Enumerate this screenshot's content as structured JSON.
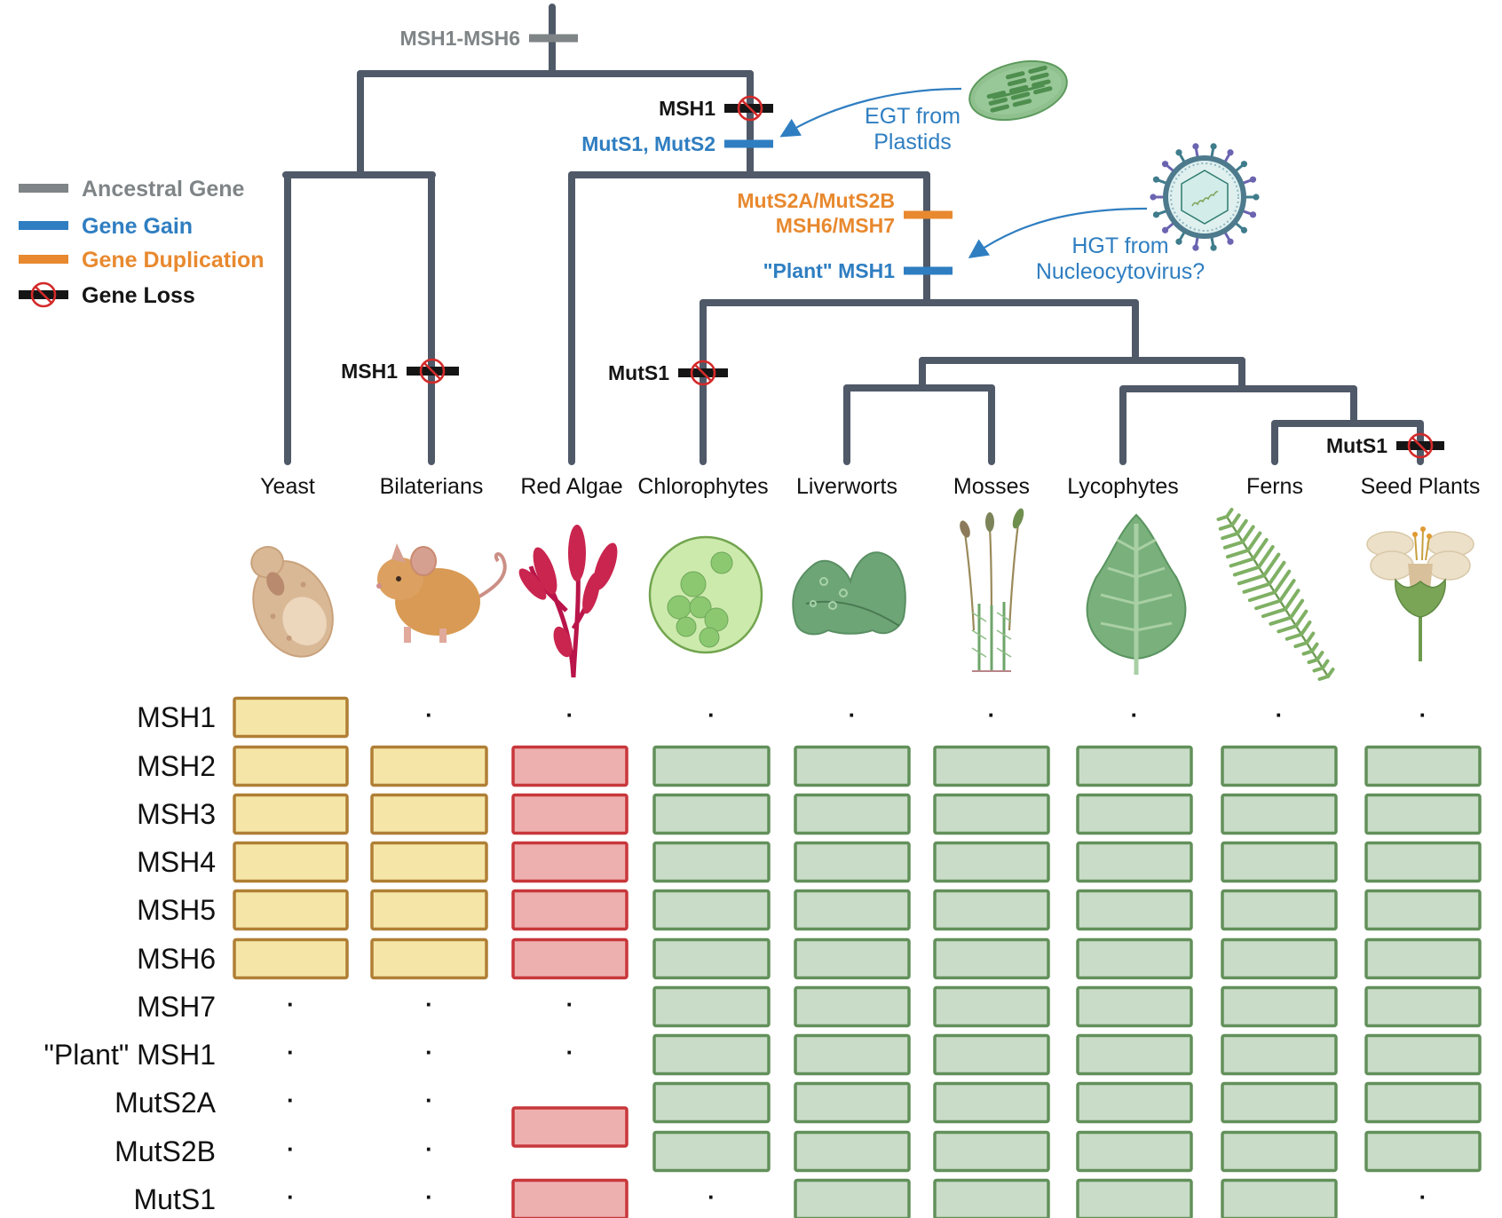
{
  "colors": {
    "tree": "#4f5968",
    "ancestral": "#7f8487",
    "gain": "#2f7ec1",
    "duplication": "#e8892f",
    "loss_bar": "#151515",
    "loss_circle": "#d42a2a",
    "annotation_blue": "#2f7ec1",
    "yeast_bilat_fill": "#f5e6a8",
    "yeast_bilat_stroke": "#b07f35",
    "redalgae_fill": "#eeafaf",
    "redalgae_stroke": "#c8373a",
    "green_fill": "#c9dcc8",
    "green_stroke": "#62905a"
  },
  "legend": {
    "items": [
      {
        "key": "ancestral",
        "label": "Ancestral Gene",
        "icon": "gray-bar-icon"
      },
      {
        "key": "gain",
        "label": "Gene Gain",
        "icon": "blue-bar-icon"
      },
      {
        "key": "duplication",
        "label": "Gene Duplication",
        "icon": "orange-bar-icon"
      },
      {
        "key": "loss",
        "label": "Gene Loss",
        "icon": "loss-prohibition-icon"
      }
    ]
  },
  "taxa": [
    "Yeast",
    "Bilaterians",
    "Red Algae",
    "Chlorophytes",
    "Liverworts",
    "Mosses",
    "Lycophytes",
    "Ferns",
    "Seed Plants"
  ],
  "tree_events": [
    {
      "id": "root",
      "type": "ancestral",
      "label": "MSH1-MSH6"
    },
    {
      "id": "plastid-lineage-loss",
      "type": "loss",
      "label": "MSH1"
    },
    {
      "id": "plastid-lineage-gain",
      "type": "gain",
      "label": "MutS1, MutS2"
    },
    {
      "id": "green-dup",
      "type": "duplication",
      "label": "MutS2A/MutS2B",
      "label2": "MSH6/MSH7"
    },
    {
      "id": "green-gain",
      "type": "gain",
      "label": "\"Plant\" MSH1"
    },
    {
      "id": "bilaterian-loss",
      "type": "loss",
      "label": "MSH1"
    },
    {
      "id": "chlorophyte-loss",
      "type": "loss",
      "label": "MutS1"
    },
    {
      "id": "seedplant-loss",
      "type": "loss",
      "label": "MutS1"
    }
  ],
  "annotations": {
    "egt": {
      "line1": "EGT from",
      "line2": "Plastids",
      "icon": "chloroplast-icon"
    },
    "hgt": {
      "line1": "HGT from",
      "line2": "Nucleocytovirus?",
      "icon": "virus-icon"
    }
  },
  "organism_icons": [
    "yeast-icon",
    "mouse-icon",
    "red-algae-icon",
    "chlorophyte-cell-icon",
    "liverwort-icon",
    "moss-icon",
    "lycophyte-icon",
    "fern-icon",
    "flower-icon"
  ],
  "genes": [
    "MSH1",
    "MSH2",
    "MSH3",
    "MSH4",
    "MSH5",
    "MSH6",
    "MSH7",
    "\"Plant\" MSH1",
    "MutS2A",
    "MutS2B",
    "MutS1"
  ],
  "presence_matrix": {
    "absent_marker": "·",
    "columns": [
      {
        "taxon": "Yeast",
        "style": "yeast_bilat",
        "present": [
          1,
          1,
          1,
          1,
          1,
          1,
          0,
          0,
          0,
          0,
          0
        ]
      },
      {
        "taxon": "Bilaterians",
        "style": "yeast_bilat",
        "present": [
          0,
          1,
          1,
          1,
          1,
          1,
          0,
          0,
          0,
          0,
          0
        ]
      },
      {
        "taxon": "Red Algae",
        "style": "redalgae",
        "present": [
          0,
          1,
          1,
          1,
          1,
          1,
          0,
          0,
          "merged-MutS2",
          "merged-MutS2",
          1
        ]
      },
      {
        "taxon": "Chlorophytes",
        "style": "green",
        "present": [
          0,
          1,
          1,
          1,
          1,
          1,
          1,
          1,
          1,
          1,
          0
        ]
      },
      {
        "taxon": "Liverworts",
        "style": "green",
        "present": [
          0,
          1,
          1,
          1,
          1,
          1,
          1,
          1,
          1,
          1,
          1
        ]
      },
      {
        "taxon": "Mosses",
        "style": "green",
        "present": [
          0,
          1,
          1,
          1,
          1,
          1,
          1,
          1,
          1,
          1,
          1
        ]
      },
      {
        "taxon": "Lycophytes",
        "style": "green",
        "present": [
          0,
          1,
          1,
          1,
          1,
          1,
          1,
          1,
          1,
          1,
          1
        ]
      },
      {
        "taxon": "Ferns",
        "style": "green",
        "present": [
          0,
          1,
          1,
          1,
          1,
          1,
          1,
          1,
          1,
          1,
          1
        ]
      },
      {
        "taxon": "Seed Plants",
        "style": "green",
        "present": [
          0,
          1,
          1,
          1,
          1,
          1,
          1,
          1,
          1,
          1,
          0
        ]
      }
    ]
  }
}
